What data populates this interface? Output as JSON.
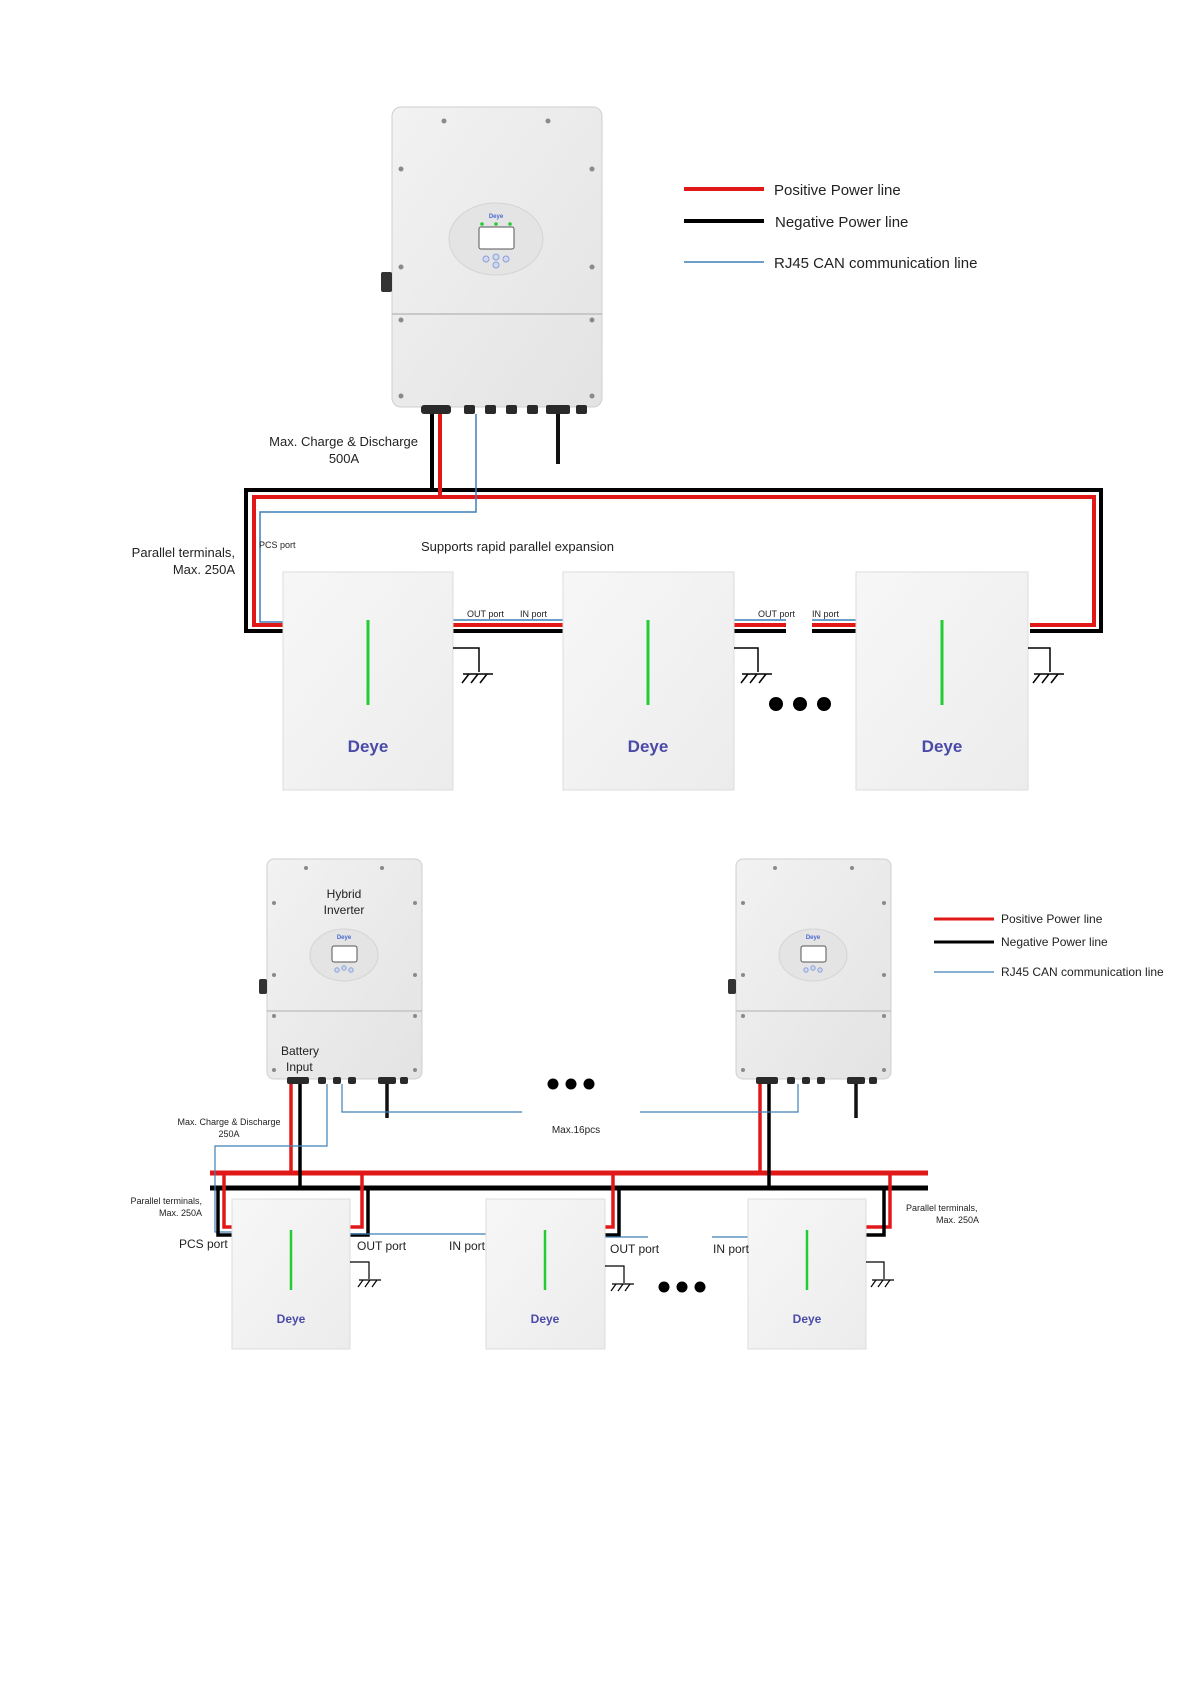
{
  "colors": {
    "positive": "#e01818",
    "negative": "#000000",
    "can": "#3f7fb8",
    "indicator": "#22cc33",
    "brand": "#4a4aa8",
    "housing": "#eeeeee"
  },
  "top": {
    "legend": {
      "positive": "Positive Power line",
      "negative": "Negative Power line",
      "can": "RJ45 CAN communication line"
    },
    "max_charge_line1": "Max.  Charge & Discharge",
    "max_charge_line2": "500A",
    "parallel_line1": "Parallel terminals,",
    "parallel_line2": "Max. 250A",
    "pcs_port": "PCS port",
    "supports": "Supports rapid parallel expansion",
    "out_port": "OUT port",
    "in_port": "IN port",
    "brand": "Deye",
    "inverter_brand": "Deye"
  },
  "bottom": {
    "legend": {
      "positive": "Positive Power line",
      "negative": "Negative Power line",
      "can": "RJ45 CAN communication line"
    },
    "inverter_line1": "Hybrid",
    "inverter_line2": "Inverter",
    "battery_line1": "Battery",
    "battery_line2": "Input",
    "max_charge_line1": "Max. Charge & Discharge",
    "max_charge_line2": "250A",
    "max_pcs": "Max.16pcs",
    "parallel_left_line1": "Parallel terminals,",
    "parallel_left_line2": "Max. 250A",
    "parallel_right_line1": "Parallel terminals,",
    "parallel_right_line2": "Max. 250A",
    "pcs_port": "PCS port",
    "out_port": "OUT port",
    "in_port": "IN port",
    "brand": "Deye",
    "inverter_brand": "Deye"
  }
}
